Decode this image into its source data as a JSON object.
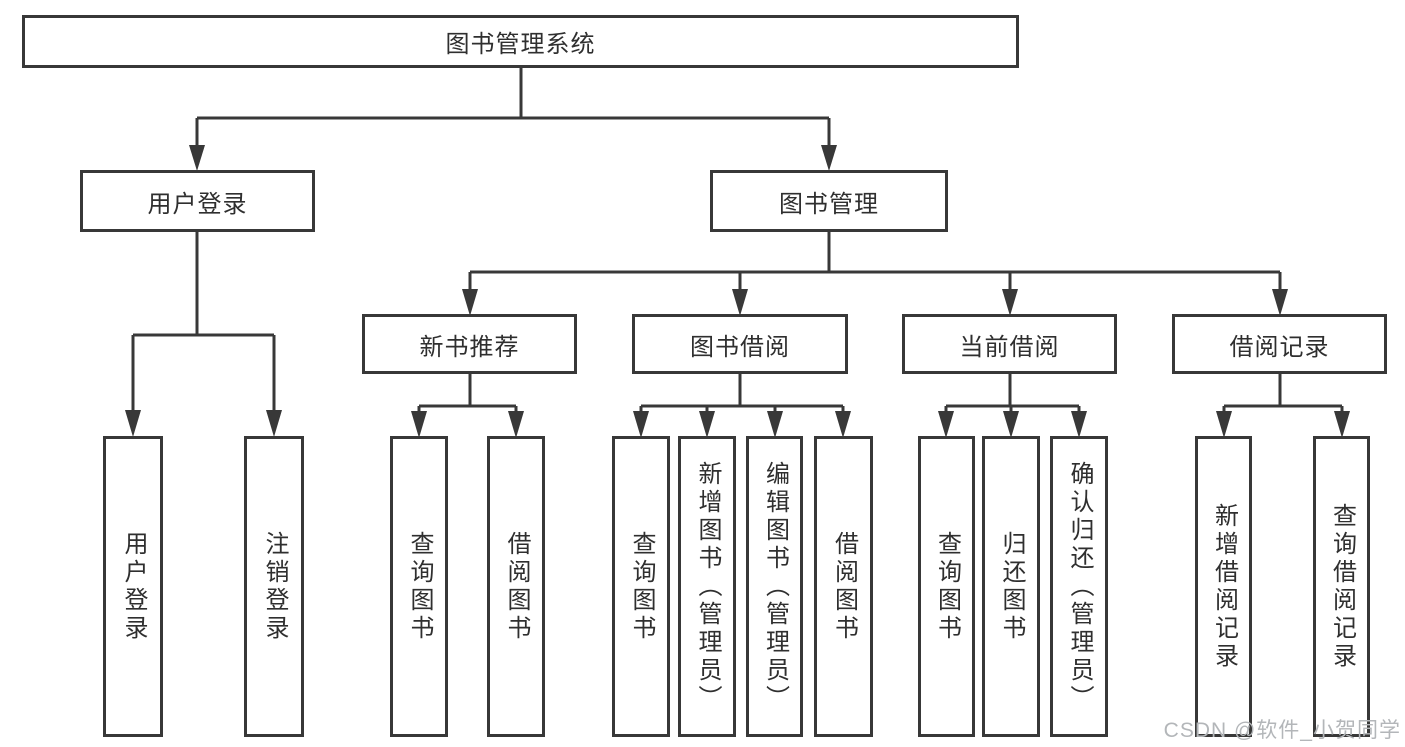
{
  "diagram": {
    "title": "图书管理系统",
    "type": "hierarchy-tree",
    "colors": {
      "line": "#383838",
      "box_border": "#383838",
      "text": "#2f2f2f",
      "background": "#ffffff",
      "watermark_text": "#b3b6b9"
    },
    "tree": {
      "root": {
        "label": "图书管理系统"
      },
      "branches": [
        {
          "label": "用户登录",
          "children": [
            {
              "label": "用户登录"
            },
            {
              "label": "注销登录"
            }
          ]
        },
        {
          "label": "图书管理",
          "children": [
            {
              "label": "新书推荐",
              "children": [
                {
                  "label": "查询图书"
                },
                {
                  "label": "借阅图书"
                }
              ]
            },
            {
              "label": "图书借阅",
              "children": [
                {
                  "label": "查询图书"
                },
                {
                  "label": "新增图书（管理员）"
                },
                {
                  "label": "编辑图书（管理员）"
                },
                {
                  "label": "借阅图书"
                }
              ]
            },
            {
              "label": "当前借阅",
              "children": [
                {
                  "label": "查询图书"
                },
                {
                  "label": "归还图书"
                },
                {
                  "label": "确认归还（管理员）"
                }
              ]
            },
            {
              "label": "借阅记录",
              "children": [
                {
                  "label": "新增借阅记录"
                },
                {
                  "label": "查询借阅记录"
                }
              ]
            }
          ]
        }
      ]
    },
    "watermark": "CSDN @软件_小贺同学"
  }
}
